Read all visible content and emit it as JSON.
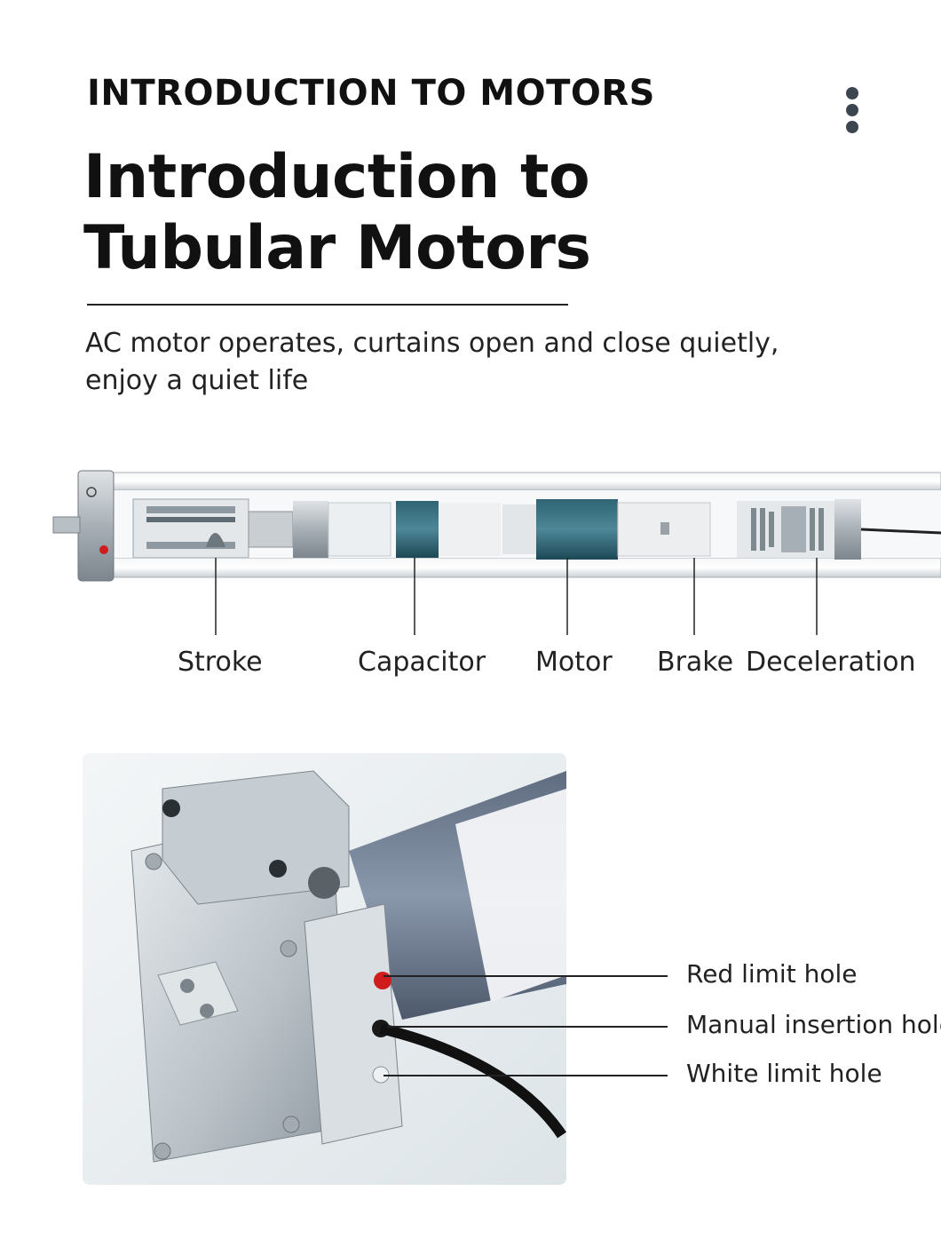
{
  "header": {
    "section_title": "INTRODUCTION TO MOTORS",
    "title_line1": "Introduction to",
    "title_line2": "Tubular Motors",
    "subtitle_line1": "AC motor operates, curtains open and close quietly,",
    "subtitle_line2": "enjoy a quiet life"
  },
  "menu_icon": "vertical-dots-icon",
  "diagram": {
    "parts": [
      "Stroke",
      "Capacitor",
      "Motor",
      "Brake",
      "Deceleration"
    ]
  },
  "photo": {
    "callouts": [
      "Red limit hole",
      "Manual insertion hole",
      "White limit hole"
    ]
  },
  "colors": {
    "text": "#111111",
    "accent_red": "#d01c1c",
    "motor_core": "#1f4f5e",
    "tube_gray": "#7a8896"
  }
}
